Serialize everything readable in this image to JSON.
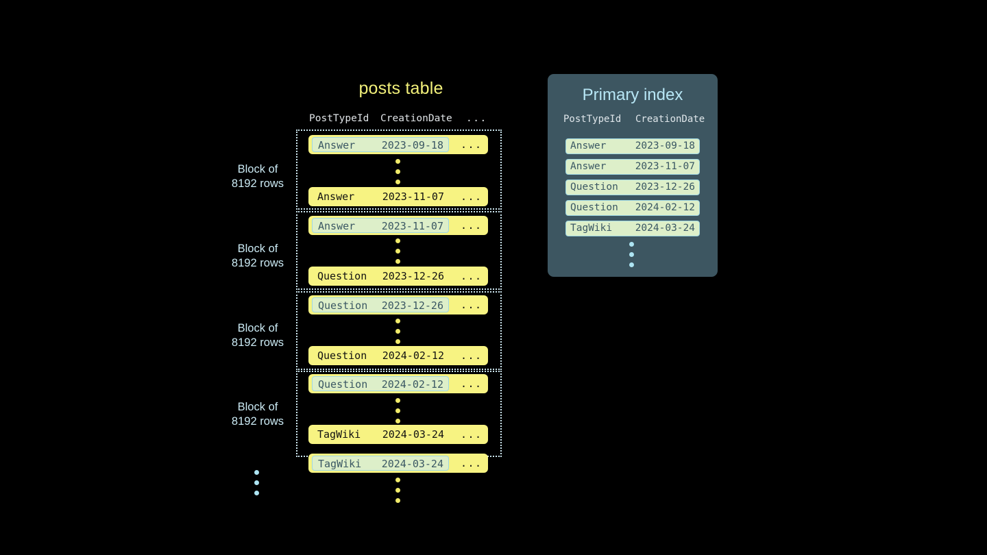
{
  "posts_table": {
    "title": "posts table",
    "columns": [
      "PostTypeId",
      "CreationDate",
      "..."
    ],
    "blocks": [
      {
        "label_line1": "Block of",
        "label_line2": "8192 rows",
        "first_row": {
          "type": "Answer",
          "date": "2023-09-18",
          "more": "...",
          "highlighted": true
        },
        "last_row": {
          "type": "Answer",
          "date": "2023-11-07",
          "more": "...",
          "highlighted": false
        }
      },
      {
        "label_line1": "Block of",
        "label_line2": "8192 rows",
        "first_row": {
          "type": "Answer",
          "date": "2023-11-07",
          "more": "...",
          "highlighted": true
        },
        "last_row": {
          "type": "Question",
          "date": "2023-12-26",
          "more": "...",
          "highlighted": false
        }
      },
      {
        "label_line1": "Block of",
        "label_line2": "8192 rows",
        "first_row": {
          "type": "Question",
          "date": "2023-12-26",
          "more": "...",
          "highlighted": true
        },
        "last_row": {
          "type": "Question",
          "date": "2024-02-12",
          "more": "...",
          "highlighted": false
        }
      },
      {
        "label_line1": "Block of",
        "label_line2": "8192 rows",
        "first_row": {
          "type": "Question",
          "date": "2024-02-12",
          "more": "...",
          "highlighted": true
        },
        "last_row": {
          "type": "TagWiki",
          "date": "2024-03-24",
          "more": "...",
          "highlighted": false
        }
      }
    ],
    "trailing_row": {
      "type": "TagWiki",
      "date": "2024-03-24",
      "more": "...",
      "highlighted": true
    }
  },
  "primary_index": {
    "title": "Primary index",
    "columns": [
      "PostTypeId",
      "CreationDate"
    ],
    "rows": [
      {
        "type": "Answer",
        "date": "2023-09-18"
      },
      {
        "type": "Answer",
        "date": "2023-11-07"
      },
      {
        "type": "Question",
        "date": "2023-12-26"
      },
      {
        "type": "Question",
        "date": "2024-02-12"
      },
      {
        "type": "TagWiki",
        "date": "2024-03-24"
      }
    ]
  },
  "colors": {
    "background": "#000000",
    "row_yellow": "#f7f382",
    "highlight_green": "#ddefc9",
    "highlight_border": "#9ed7e4",
    "panel_slate": "#3d5661",
    "title_yellow": "#f2f07a",
    "title_cyan": "#b7e6f5",
    "label_cyan": "#cbeaf4",
    "dot_yellow": "#f0eb6a",
    "dot_cyan": "#ade4f2"
  }
}
